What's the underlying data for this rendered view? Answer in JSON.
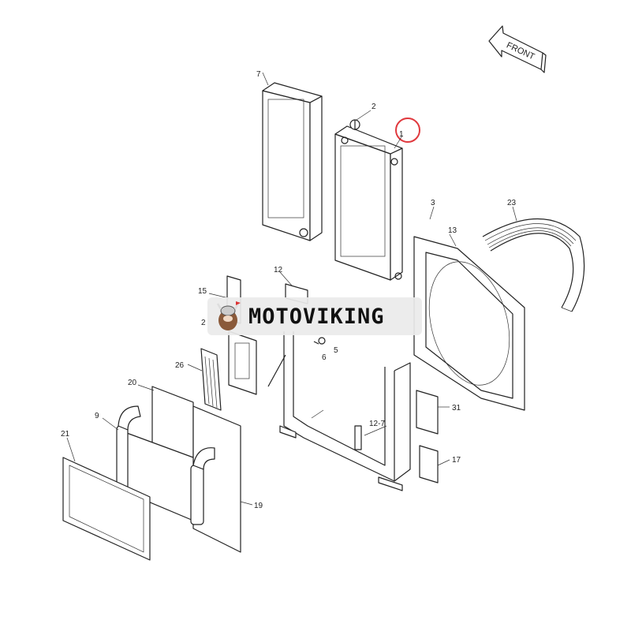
{
  "diagram": {
    "title": "Radiator / cooling assembly exploded parts diagram",
    "direction_arrow": "FRONT",
    "highlight_color": "#e0393e",
    "highlighted_part": "1",
    "part_labels": {
      "p7": "7",
      "p2_top": "2",
      "p1": "1",
      "p3": "3",
      "p23": "23",
      "p13": "13",
      "p12": "12",
      "p15": "15",
      "p2_left": "2",
      "p5": "5",
      "p6": "6",
      "p26": "26",
      "p20": "20",
      "p9": "9",
      "p21": "21",
      "p19": "19",
      "p31": "31",
      "p12_7": "12-7",
      "p17": "17"
    }
  },
  "watermark": {
    "brand": "MOTOVIKING"
  }
}
